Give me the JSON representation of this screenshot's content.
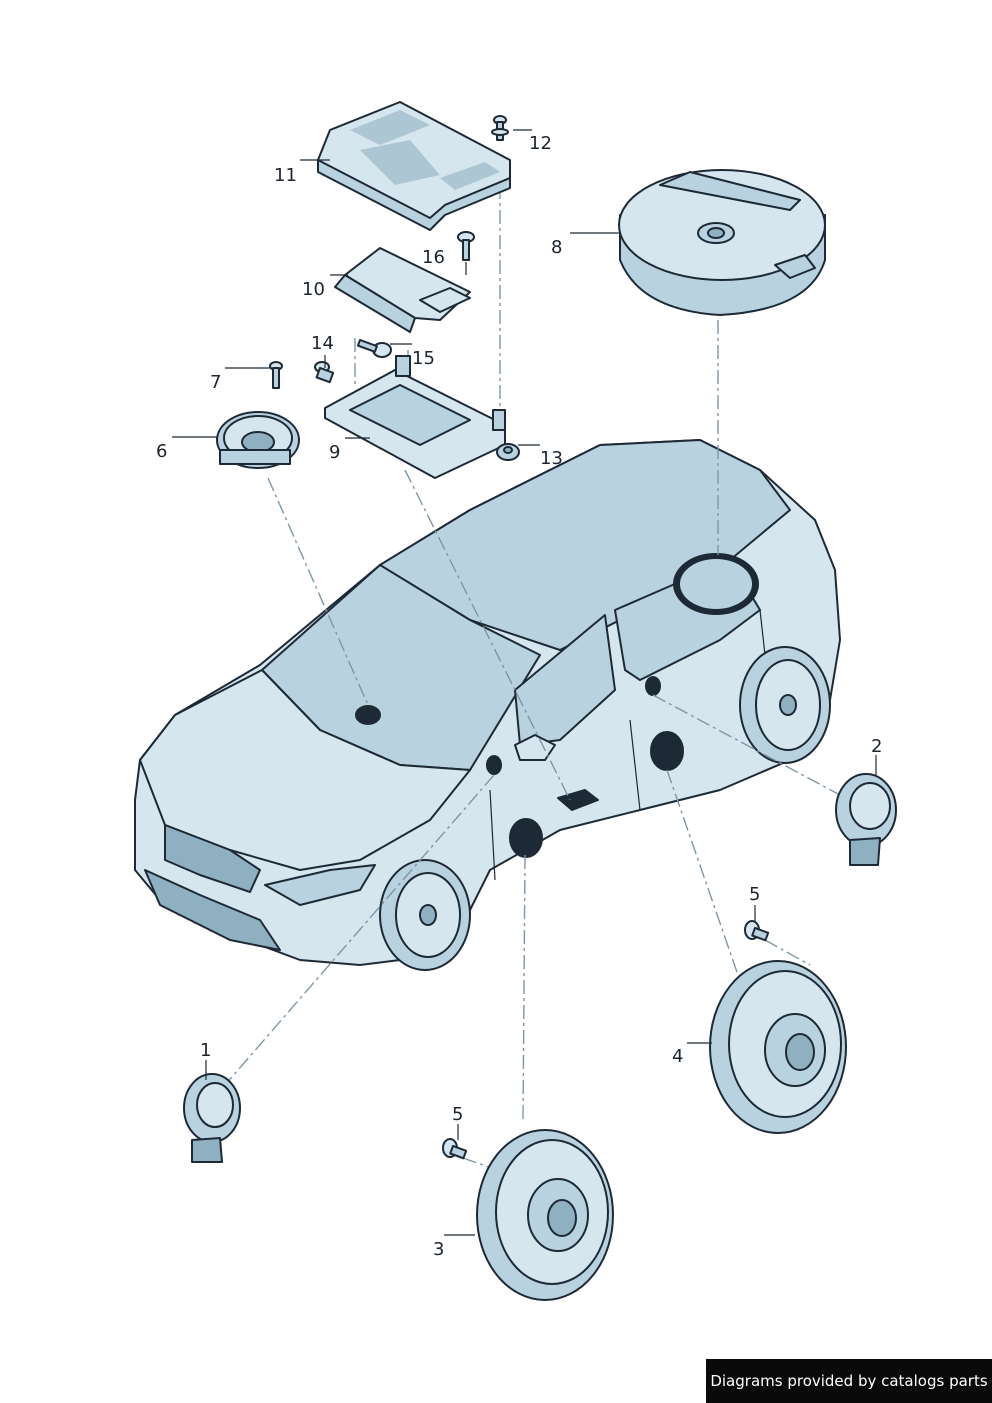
{
  "callouts": [
    {
      "id": "1",
      "label": "1"
    },
    {
      "id": "2",
      "label": "2"
    },
    {
      "id": "3",
      "label": "3"
    },
    {
      "id": "4",
      "label": "4"
    },
    {
      "id": "5a",
      "label": "5"
    },
    {
      "id": "5b",
      "label": "5"
    },
    {
      "id": "6",
      "label": "6"
    },
    {
      "id": "7",
      "label": "7"
    },
    {
      "id": "8",
      "label": "8"
    },
    {
      "id": "9",
      "label": "9"
    },
    {
      "id": "10",
      "label": "10"
    },
    {
      "id": "11",
      "label": "11"
    },
    {
      "id": "12",
      "label": "12"
    },
    {
      "id": "13",
      "label": "13"
    },
    {
      "id": "14",
      "label": "14"
    },
    {
      "id": "15",
      "label": "15"
    },
    {
      "id": "16",
      "label": "16"
    }
  ],
  "credit": "Diagrams provided by catalogs parts",
  "colors": {
    "line": "#1d2a36",
    "body": "#d6e6ef",
    "shade": "#b9d2df",
    "dark": "#8fb0c1",
    "dash": "#7e97a8"
  }
}
